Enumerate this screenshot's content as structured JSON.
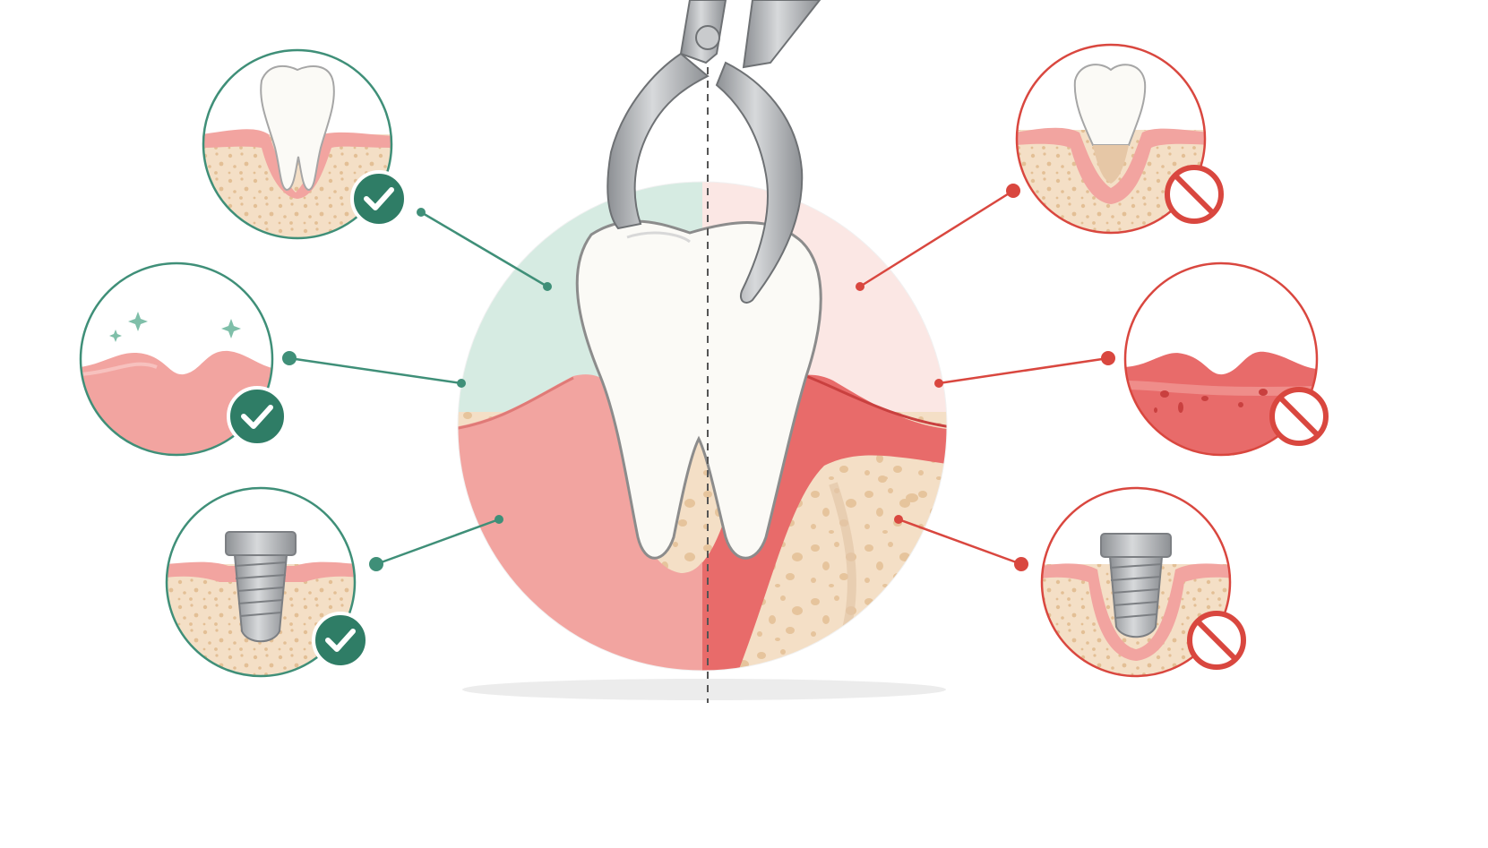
{
  "colors": {
    "good": "#3f8f78",
    "good_dark": "#2f7d66",
    "good_bg": "#d6ebe2",
    "bad": "#d9473f",
    "bad_bg": "#fbe7e4",
    "gum": "#f2a4a0",
    "gum_dark": "#e88d89",
    "gum_inflamed": "#e0595a",
    "bone": "#f4dfc6",
    "bone_spot": "#e6c49c",
    "tooth": "#fbfaf6",
    "tooth_outline": "#8c8c8c",
    "metal": "#b6b8bb",
    "metal_dark": "#7c7f83"
  },
  "icons": {
    "healthy": "check-icon",
    "unhealthy": "prohibited-icon",
    "tool": "forceps-icon"
  },
  "panels": {
    "left": [
      {
        "id": "healthy-tooth-socket",
        "status": "good"
      },
      {
        "id": "healthy-gums",
        "status": "good"
      },
      {
        "id": "healthy-implant",
        "status": "good"
      }
    ],
    "right": [
      {
        "id": "damaged-tooth-socket",
        "status": "bad"
      },
      {
        "id": "inflamed-gums",
        "status": "bad"
      },
      {
        "id": "failed-implant",
        "status": "bad"
      }
    ]
  }
}
